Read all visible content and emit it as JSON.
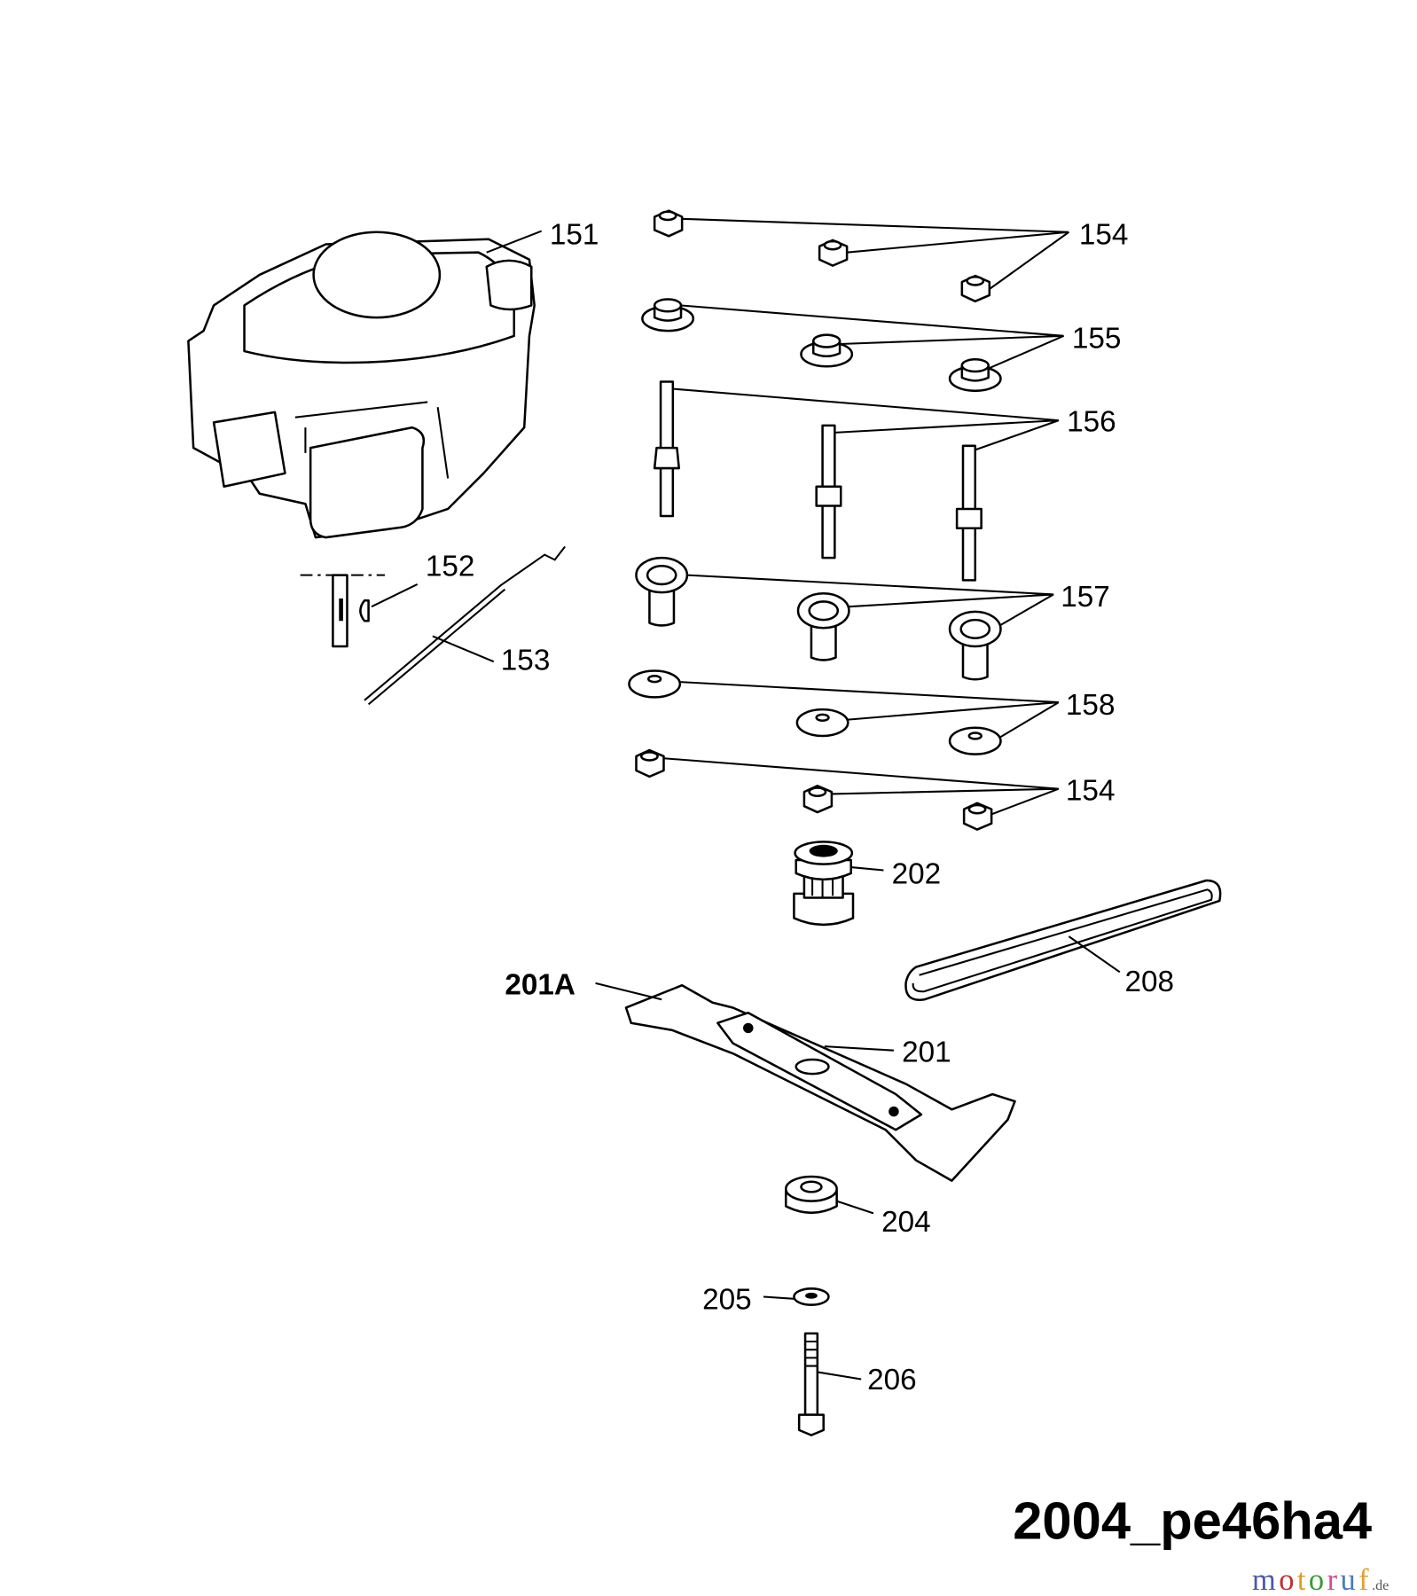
{
  "diagram": {
    "title": "2004_pe46ha4",
    "watermark": "motoruf.de",
    "callouts": {
      "c151": "151",
      "c152": "152",
      "c153": "153",
      "c154a": "154",
      "c155": "155",
      "c156": "156",
      "c157": "157",
      "c158": "158",
      "c154b": "154",
      "c202": "202",
      "c208": "208",
      "c201A": "201A",
      "c201": "201",
      "c204": "204",
      "c205": "205",
      "c206": "206"
    }
  }
}
